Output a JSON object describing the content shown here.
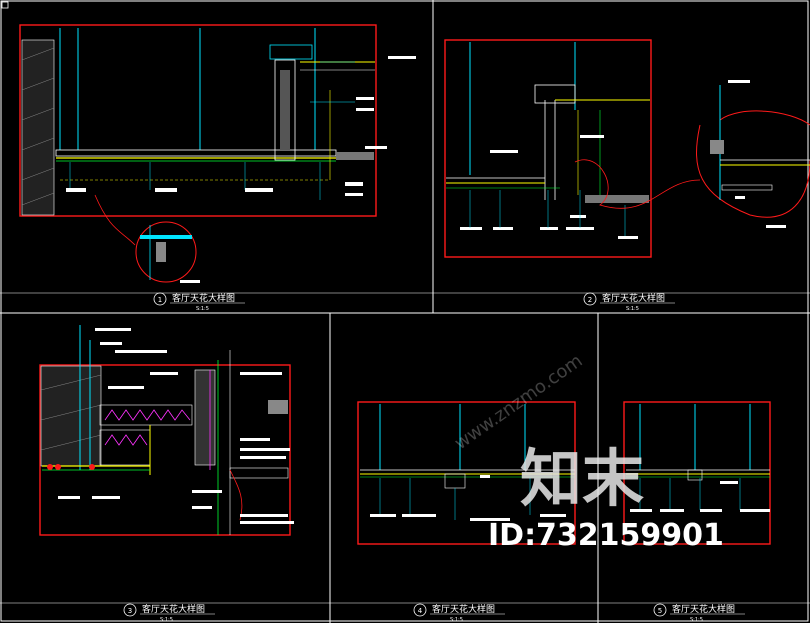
{
  "panels": [
    {
      "number": "1",
      "title": "客厅天花大样图",
      "scale": "S:1:5"
    },
    {
      "number": "2",
      "title": "客厅天花大样图",
      "scale": "S:1:5"
    },
    {
      "number": "3",
      "title": "客厅天花大样图",
      "scale": "S:1:5"
    },
    {
      "number": "4",
      "title": "客厅天花大样图",
      "scale": "S:1:5"
    },
    {
      "number": "5",
      "title": "客厅天花大样图",
      "scale": "S:1:5"
    }
  ],
  "watermark": {
    "logo_text": "知末",
    "id_text": "ID:732159901",
    "site_text": "www.znzmo.com"
  },
  "colors": {
    "background": "#000000",
    "frame": "#ffffff",
    "border_red": "#ff1a1a",
    "structure_cyan": "#00e5ff",
    "yellow": "#ffff00",
    "green": "#00ff33",
    "magenta": "#ff33ff",
    "white": "#ffffff"
  }
}
